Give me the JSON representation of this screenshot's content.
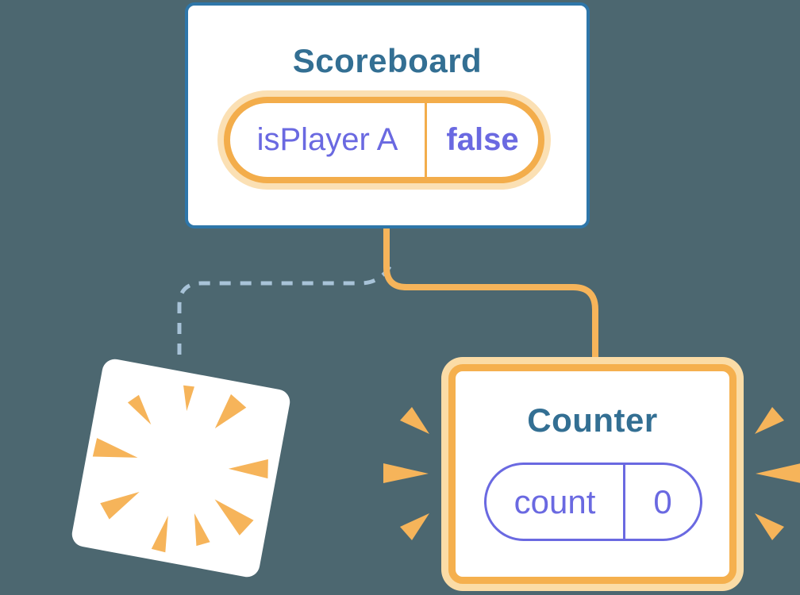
{
  "scene": {
    "description": "React state preservation diagram",
    "background_color": "#4c6770"
  },
  "scoreboard": {
    "title": "Scoreboard",
    "state": {
      "key": "isPlayer A",
      "value": "false"
    }
  },
  "counter": {
    "title": "Counter",
    "state": {
      "key": "count",
      "value": "0"
    }
  },
  "icons": {
    "sparkle_large": "sparkle-icon",
    "sparkle_small": "sparkle-icon",
    "poof_burst": "burst-rays-icon",
    "emphasis_left": "emphasis-rays-icon",
    "emphasis_right": "emphasis-rays-icon"
  },
  "colors": {
    "background": "#4c6770",
    "card_border_blue": "#2e76a9",
    "title_teal": "#336f93",
    "orange_strong": "#f5b04e",
    "orange_stroke": "#f6b45a",
    "orange_pale": "#fbdca6",
    "purple": "#6a69e1",
    "dashed_connector": "#a8c3d8",
    "card_fill": "#ffffff"
  }
}
